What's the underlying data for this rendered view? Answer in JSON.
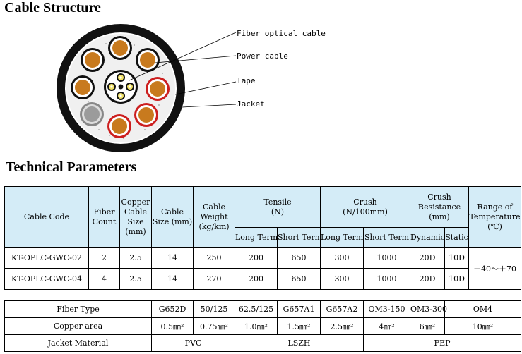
{
  "headings": {
    "structure": "Cable Structure",
    "technical": "Technical Parameters"
  },
  "diagram_labels": [
    "Fiber optical cable",
    "Power cable",
    "Tape",
    "Jacket"
  ],
  "colors": {
    "header_bg": "#d4ecf7",
    "copper": "#c87a1e",
    "power_ring": "#cc1f1f",
    "jacket": "#111111"
  },
  "table1": {
    "headers": {
      "cable_code": "Cable Code",
      "fiber_count": "Fiber Count",
      "copper_size": "Copper Cable Size (mm)",
      "cable_size": "Cable Size (mm)",
      "cable_weight": "Cable Weight (kg/km)",
      "tensile": "Tensile",
      "tensile_unit": "(N)",
      "crush": "Crush",
      "crush_unit": "(N/100mm)",
      "crush_res": "Crush Resistance",
      "crush_res_unit": "(mm)",
      "temp": "Range of Temperature",
      "temp_unit": "(℃)",
      "long_term": "Long Term",
      "short_term": "Short Term",
      "dynamic": "Dynamic",
      "static": "Static"
    },
    "rows": [
      {
        "code": "KT-OPLC-GWC-02",
        "fiber": "2",
        "copper": "2.5",
        "size": "14",
        "weight": "250",
        "t_long": "200",
        "t_short": "650",
        "c_long": "300",
        "c_short": "1000",
        "dyn": "20D",
        "stat": "10D"
      },
      {
        "code": "KT-OPLC-GWC-04",
        "fiber": "4",
        "copper": "2.5",
        "size": "14",
        "weight": "270",
        "t_long": "200",
        "t_short": "650",
        "c_long": "300",
        "c_short": "1000",
        "dyn": "20D",
        "stat": "10D"
      }
    ],
    "temperature": "－40～＋70"
  },
  "table2": {
    "fiber_type": {
      "label": "Fiber Type",
      "values": [
        "G652D",
        "50/125",
        "62.5/125",
        "G657A1",
        "G657A2",
        "OM3-150",
        "OM3-300",
        "OM4"
      ]
    },
    "copper_area": {
      "label": "Copper area",
      "values": [
        "0.5㎜²",
        "0.75㎜²",
        "1.0㎜²",
        "1.5㎜²",
        "2.5㎜²",
        "4㎜²",
        "6㎜²",
        "10㎜²"
      ]
    },
    "jacket": {
      "label": "Jacket  Material",
      "values": [
        "PVC",
        "LSZH",
        "FEP"
      ]
    }
  }
}
